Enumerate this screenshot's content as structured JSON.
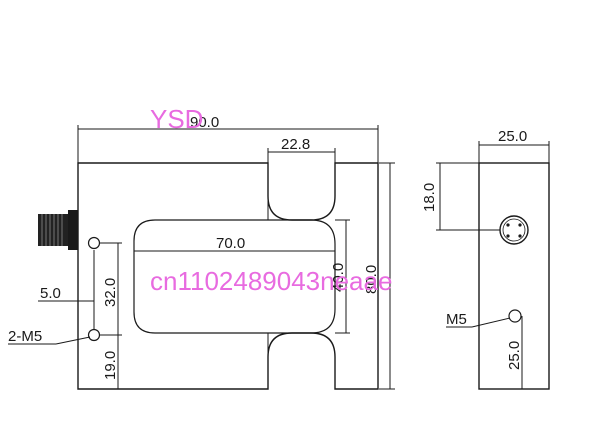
{
  "watermark": {
    "brand": "YSD",
    "store": "cn1102489043neaae",
    "color": "#e86be0"
  },
  "dimensions": {
    "overall_width": "90.0",
    "arm_width": "22.8",
    "depth": "25.0",
    "slot_width": "70.0",
    "slot_height": "40.0",
    "overall_height": "80.0",
    "left_offset": "5.0",
    "hole_spacing": "32.0",
    "bottom_hole": "19.0",
    "connector_height": "18.0",
    "side_hole": "25.0"
  },
  "labels": {
    "mount_holes": "2-M5",
    "side_thread": "M5"
  },
  "icons": {
    "connector": "m8-connector-icon",
    "hole": "mount-hole-icon"
  }
}
